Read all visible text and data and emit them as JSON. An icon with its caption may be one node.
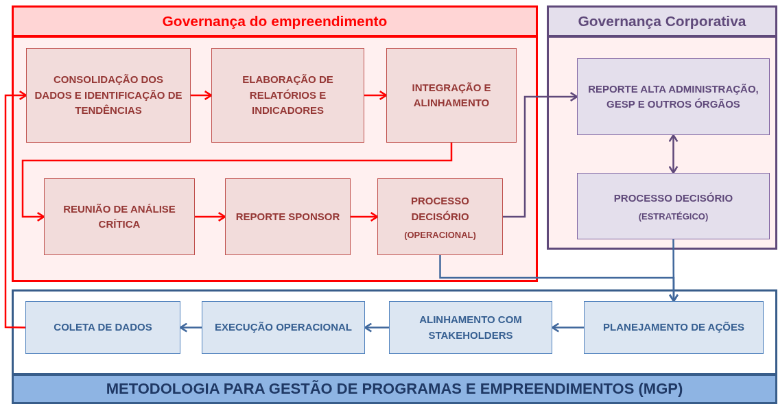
{
  "diagram": {
    "nodes": [
      {
        "text": [
          "Governança do empreendimento"
        ]
      },
      {
        "text": [
          "CONSOLIDAÇÃO DOS DADOS E IDENTIFICAÇÃO DE TENDÊNCIAS"
        ],
        "in": 0
      },
      {
        "text": [
          "ELABORAÇÃO DE RELATÓRIOS E INDICADORES"
        ],
        "in": 0
      },
      {
        "text": [
          "INTEGRAÇÃO E ALINHAMENTO"
        ],
        "in": 0
      },
      {
        "text": [
          "REUNIÃO DE ANÁLISE CRÍTICA"
        ],
        "in": 0
      },
      {
        "text": [
          "REPORTE SPONSOR"
        ],
        "in": 0
      },
      {
        "text": [
          "PROCESSO DECISÓRIO",
          "(OPERACIONAL)"
        ],
        "in": 0
      },
      {
        "text": [
          "Governança Corporativa"
        ]
      },
      {
        "text": [
          "REPORTE ALTA ADMINISTRAÇÃO, GESP E OUTROS ÓRGÃOS"
        ],
        "in": 7
      },
      {
        "text": [
          "PROCESSO DECISÓRIO",
          "(ESTRATÉGICO)"
        ],
        "in": 7
      },
      {
        "text": [
          "METODOLOGIA PARA GESTÃO DE PROGRAMAS E EMPREENDIMENTOS (MGP)"
        ]
      },
      {
        "text": [
          "COLETA DE DADOS"
        ],
        "in": 10
      },
      {
        "text": [
          "EXECUÇÃO OPERACIONAL"
        ],
        "in": 10
      },
      {
        "text": [
          "ALINHAMENTO COM STAKEHOLDERS"
        ],
        "in": 10
      },
      {
        "text": [
          "PLANEJAMENTO DE AÇÕES"
        ],
        "in": 10
      }
    ],
    "edges": [
      {
        "from": 1,
        "to": 2,
        "arrow": "to"
      },
      {
        "from": 2,
        "to": 3,
        "arrow": "to"
      },
      {
        "from": 3,
        "to": 4,
        "arrow": "to"
      },
      {
        "from": 4,
        "to": 5,
        "arrow": "to"
      },
      {
        "from": 5,
        "to": 6,
        "arrow": "to"
      },
      {
        "from": 6,
        "to": 8,
        "arrow": "to",
        "color": "#5f497a"
      },
      {
        "from": 8,
        "to": 9,
        "arrow": "both",
        "color": "#5f497a"
      },
      {
        "from": 9,
        "to": 14,
        "arrow": "to",
        "color": "#41689c"
      },
      {
        "from": 6,
        "to": 14,
        "arrow": "to",
        "color": "#41689c"
      },
      {
        "from": 14,
        "to": 13,
        "arrow": "to",
        "color": "#41689c"
      },
      {
        "from": 13,
        "to": 12,
        "arrow": "to",
        "color": "#41689c"
      },
      {
        "from": 12,
        "to": 11,
        "arrow": "to",
        "color": "#41689c"
      },
      {
        "from": 11,
        "to": 1,
        "arrow": "to"
      }
    ]
  }
}
